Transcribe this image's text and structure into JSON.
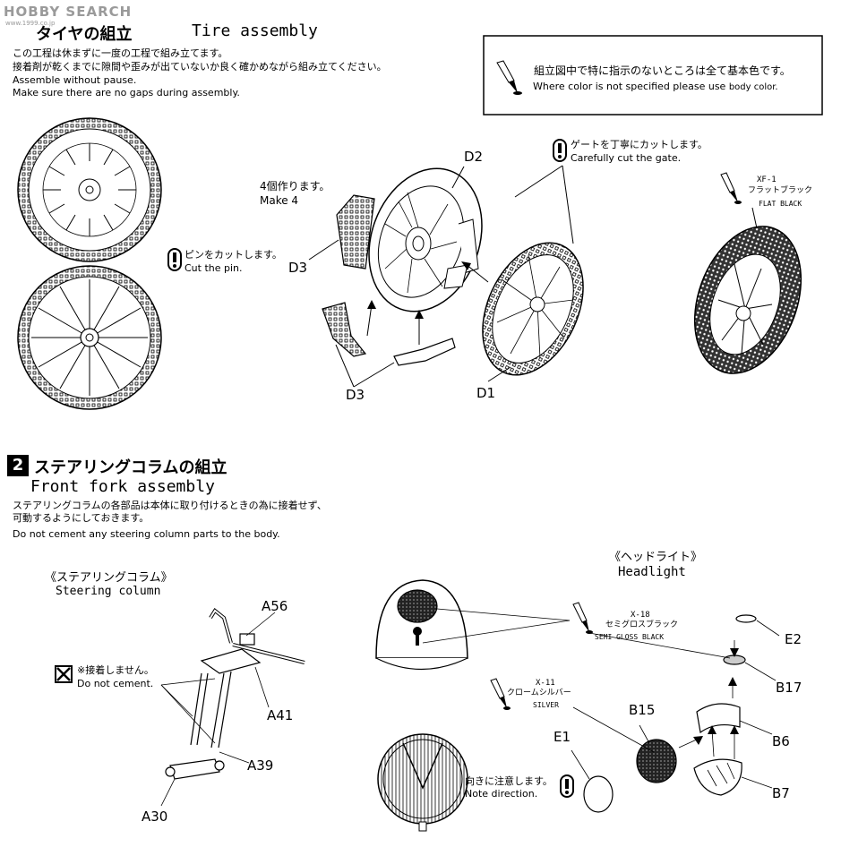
{
  "watermark": {
    "text": "HOBBY SEARCH",
    "sub": "www.1999.co.jp"
  },
  "step1": {
    "title_jp": "タイヤの組立",
    "title_en": "Tire assembly",
    "text_jp_1": "この工程は休まずに一度の工程で組み立てます。",
    "text_jp_2": "接着剤が乾くまでに隙間や歪みが出ていないか良く確かめながら組み立てください。",
    "text_en_1": "Assemble without pause.",
    "text_en_2": "Make sure there are no gaps during assembly."
  },
  "note_box": {
    "jp": "組立図中で特に指示のないところは全て基本色です。",
    "en_a": "Where color is not specified please use",
    "en_b": "body color."
  },
  "pin": {
    "jp": "ピンをカットします。",
    "en": "Cut the pin."
  },
  "make4": {
    "jp": "4個作ります。",
    "en": "Make 4"
  },
  "gate": {
    "jp": "ゲートを丁寧にカットします。",
    "en": "Carefully cut the gate."
  },
  "parts1": {
    "d2": "D2",
    "d3a": "D3",
    "d3b": "D3",
    "d1": "D1"
  },
  "color_xf1": {
    "code": "XF-1",
    "jp": "フラットブラック",
    "en": "FLAT BLACK"
  },
  "step2": {
    "num": "2",
    "title_jp": "ステアリングコラムの組立",
    "title_en": "Front fork assembly",
    "text_jp_1": "ステアリングコラムの各部品は本体に取り付けるときの為に接着せず、",
    "text_jp_2": "可動するようにしておきます。",
    "text_en": "Do not cement any steering column parts to the body."
  },
  "steering": {
    "jp": "《ステアリングコラム》",
    "en": "Steering column"
  },
  "headlight": {
    "jp": "《ヘッドライト》",
    "en": "Headlight"
  },
  "nocement": {
    "jp": "※接着しません。",
    "en": "Do not cement."
  },
  "parts2": {
    "a56": "A56",
    "a41": "A41",
    "a39": "A39",
    "a30": "A30",
    "e2": "E2",
    "b17": "B17",
    "b15": "B15",
    "b6": "B6",
    "e1": "E1",
    "b7": "B7"
  },
  "color_x18": {
    "code": "X-18",
    "jp": "セミグロスブラック",
    "en": "SEMI GLOSS BLACK"
  },
  "color_x11": {
    "code": "X-11",
    "jp": "クロームシルバー",
    "en": "SILVER"
  },
  "direction": {
    "jp": "向きに注意します。",
    "en": "Note direction."
  }
}
